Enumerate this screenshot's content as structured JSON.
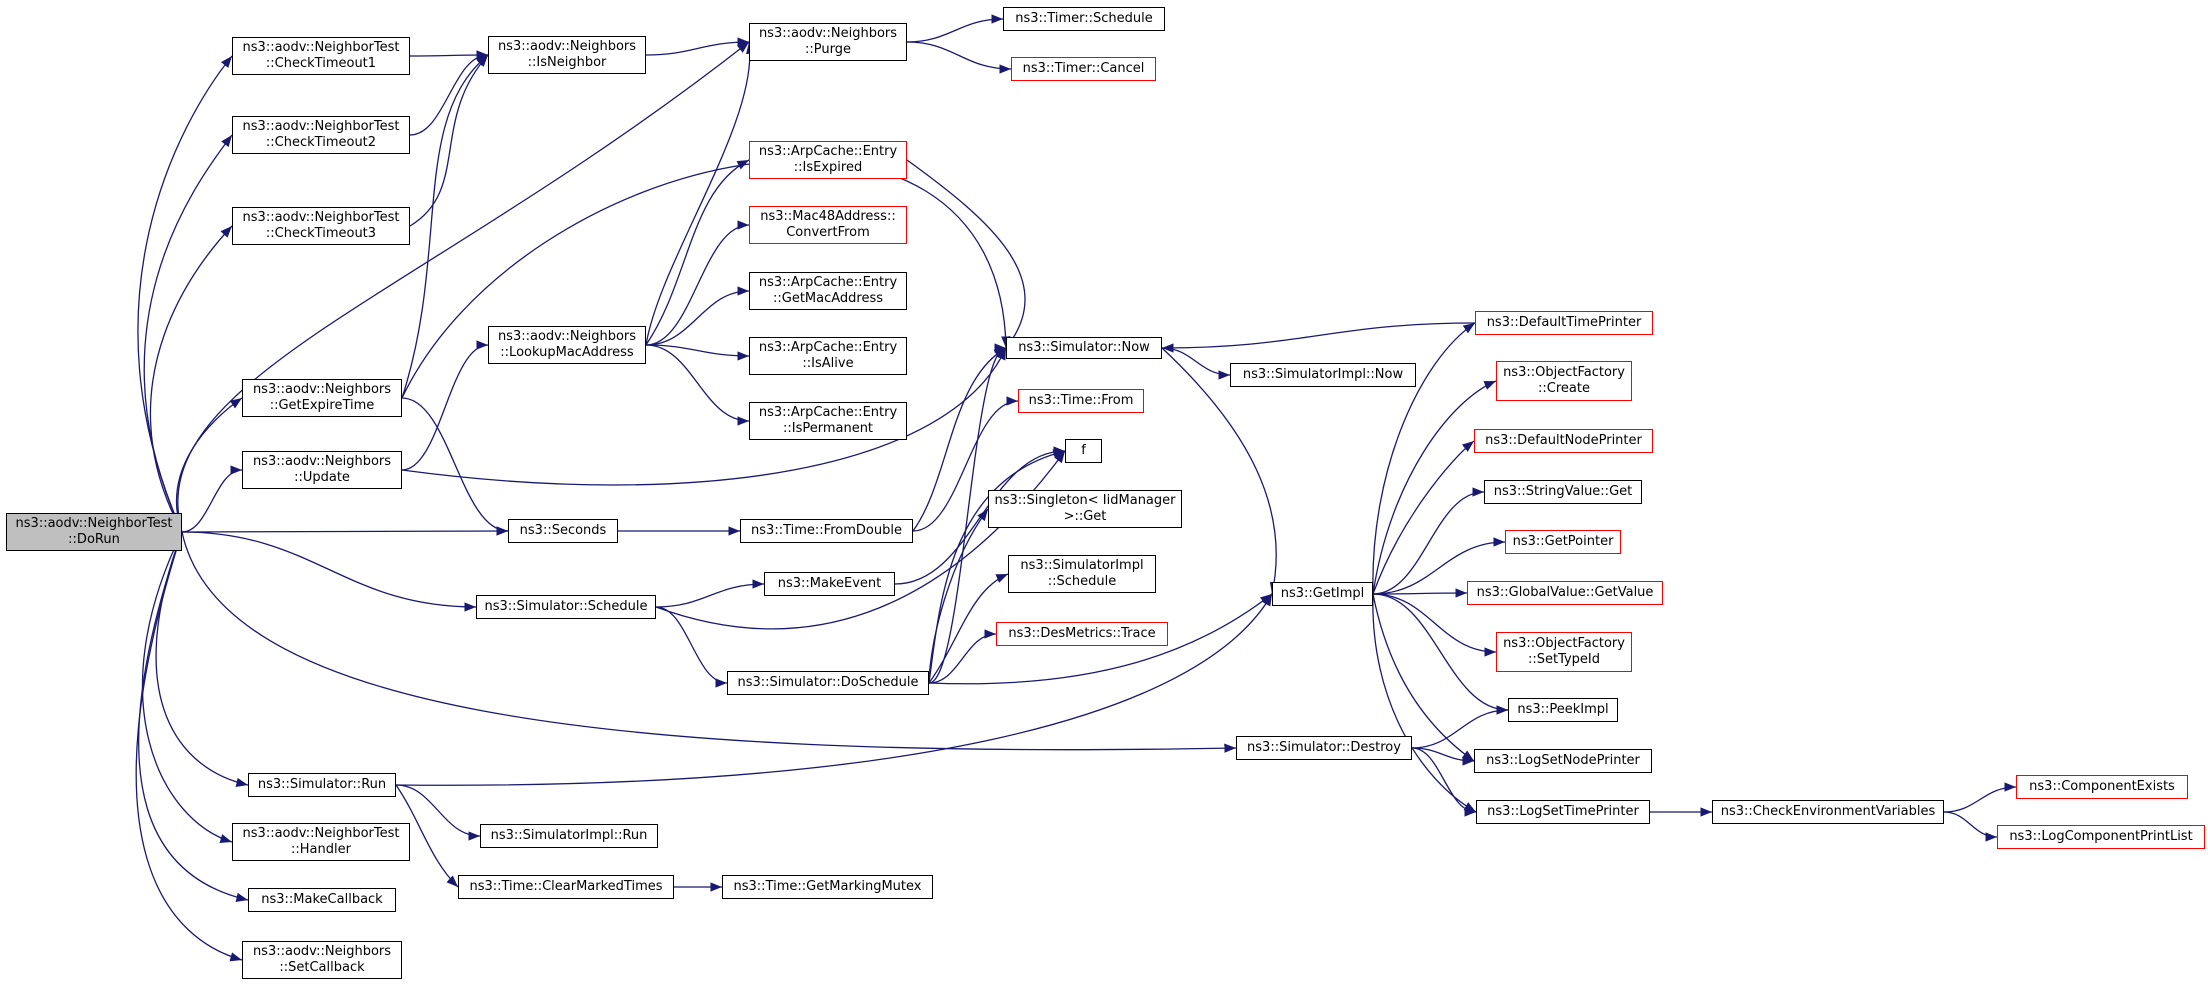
{
  "graph": {
    "colors": {
      "edge": "#191970",
      "node_border": "#000000",
      "node_border_truncated": "#ff0000",
      "root_fill": "#bfbfbf"
    },
    "nodes": {
      "dorun": {
        "lines": [
          "ns3::aodv::NeighborTest",
          "::DoRun"
        ],
        "root": true
      },
      "checkTimeout1": {
        "lines": [
          "ns3::aodv::NeighborTest",
          "::CheckTimeout1"
        ]
      },
      "checkTimeout2": {
        "lines": [
          "ns3::aodv::NeighborTest",
          "::CheckTimeout2"
        ]
      },
      "checkTimeout3": {
        "lines": [
          "ns3::aodv::NeighborTest",
          "::CheckTimeout3"
        ]
      },
      "isNeighbor": {
        "lines": [
          "ns3::aodv::Neighbors",
          "::IsNeighbor"
        ]
      },
      "purge": {
        "lines": [
          "ns3::aodv::Neighbors",
          "::Purge"
        ]
      },
      "timerSchedule": {
        "lines": [
          "ns3::Timer::Schedule"
        ]
      },
      "timerCancel": {
        "lines": [
          "ns3::Timer::Cancel"
        ],
        "truncated": true
      },
      "isExpired": {
        "lines": [
          "ns3::ArpCache::Entry",
          "::IsExpired"
        ],
        "truncated": true
      },
      "convertFrom": {
        "lines": [
          "ns3::Mac48Address::",
          "ConvertFrom"
        ],
        "truncated": true
      },
      "getMacAddress": {
        "lines": [
          "ns3::ArpCache::Entry",
          "::GetMacAddress"
        ]
      },
      "isAlive": {
        "lines": [
          "ns3::ArpCache::Entry",
          "::IsAlive"
        ]
      },
      "isPermanent": {
        "lines": [
          "ns3::ArpCache::Entry",
          "::IsPermanent"
        ]
      },
      "lookupMac": {
        "lines": [
          "ns3::aodv::Neighbors",
          "::LookupMacAddress"
        ]
      },
      "getExpireTime": {
        "lines": [
          "ns3::aodv::Neighbors",
          "::GetExpireTime"
        ]
      },
      "update": {
        "lines": [
          "ns3::aodv::Neighbors",
          "::Update"
        ]
      },
      "simNow": {
        "lines": [
          "ns3::Simulator::Now"
        ]
      },
      "simImplNow": {
        "lines": [
          "ns3::SimulatorImpl::Now"
        ]
      },
      "timeFrom": {
        "lines": [
          "ns3::Time::From"
        ],
        "truncated": true
      },
      "f": {
        "lines": [
          "f"
        ]
      },
      "singletonGet": {
        "lines": [
          "ns3::Singleton< IidManager",
          ">::Get"
        ]
      },
      "seconds": {
        "lines": [
          "ns3::Seconds"
        ]
      },
      "fromDouble": {
        "lines": [
          "ns3::Time::FromDouble"
        ]
      },
      "makeEvent": {
        "lines": [
          "ns3::MakeEvent"
        ]
      },
      "simImplSchedule": {
        "lines": [
          "ns3::SimulatorImpl",
          "::Schedule"
        ]
      },
      "desTrace": {
        "lines": [
          "ns3::DesMetrics::Trace"
        ],
        "truncated": true
      },
      "simSchedule": {
        "lines": [
          "ns3::Simulator::Schedule"
        ]
      },
      "doSchedule": {
        "lines": [
          "ns3::Simulator::DoSchedule"
        ]
      },
      "getImpl": {
        "lines": [
          "ns3::GetImpl"
        ]
      },
      "defaultTimePrinter": {
        "lines": [
          "ns3::DefaultTimePrinter"
        ],
        "truncated": true
      },
      "objFactoryCreate": {
        "lines": [
          "ns3::ObjectFactory",
          "::Create"
        ],
        "truncated": true
      },
      "defaultNodePrinter": {
        "lines": [
          "ns3::DefaultNodePrinter"
        ],
        "truncated": true
      },
      "stringValueGet": {
        "lines": [
          "ns3::StringValue::Get"
        ]
      },
      "getPointer": {
        "lines": [
          "ns3::GetPointer"
        ],
        "truncated": true
      },
      "globalValueGetValue": {
        "lines": [
          "ns3::GlobalValue::GetValue"
        ],
        "truncated": true
      },
      "objFactorySetTypeId": {
        "lines": [
          "ns3::ObjectFactory",
          "::SetTypeId"
        ],
        "truncated": true
      },
      "peekImpl": {
        "lines": [
          "ns3::PeekImpl"
        ]
      },
      "simDestroy": {
        "lines": [
          "ns3::Simulator::Destroy"
        ]
      },
      "logSetNodePrinter": {
        "lines": [
          "ns3::LogSetNodePrinter"
        ]
      },
      "logSetTimePrinter": {
        "lines": [
          "ns3::LogSetTimePrinter"
        ]
      },
      "checkEnvVars": {
        "lines": [
          "ns3::CheckEnvironmentVariables"
        ]
      },
      "componentExists": {
        "lines": [
          "ns3::ComponentExists"
        ],
        "truncated": true
      },
      "logComponentPrintList": {
        "lines": [
          "ns3::LogComponentPrintList"
        ],
        "truncated": true
      },
      "simRun": {
        "lines": [
          "ns3::Simulator::Run"
        ]
      },
      "simImplRun": {
        "lines": [
          "ns3::SimulatorImpl::Run"
        ]
      },
      "handler": {
        "lines": [
          "ns3::aodv::NeighborTest",
          "::Handler"
        ]
      },
      "makeCallback": {
        "lines": [
          "ns3::MakeCallback"
        ]
      },
      "clearMarkedTimes": {
        "lines": [
          "ns3::Time::ClearMarkedTimes"
        ]
      },
      "getMarkingMutex": {
        "lines": [
          "ns3::Time::GetMarkingMutex"
        ]
      },
      "setCallback": {
        "lines": [
          "ns3::aodv::Neighbors",
          "::SetCallback"
        ]
      }
    },
    "edges": [
      [
        "dorun",
        "checkTimeout1"
      ],
      [
        "dorun",
        "checkTimeout2"
      ],
      [
        "dorun",
        "checkTimeout3"
      ],
      [
        "dorun",
        "purge"
      ],
      [
        "dorun",
        "getExpireTime"
      ],
      [
        "dorun",
        "update"
      ],
      [
        "dorun",
        "seconds"
      ],
      [
        "dorun",
        "simSchedule"
      ],
      [
        "dorun",
        "simDestroy"
      ],
      [
        "dorun",
        "simRun"
      ],
      [
        "dorun",
        "handler"
      ],
      [
        "dorun",
        "makeCallback"
      ],
      [
        "dorun",
        "setCallback"
      ],
      [
        "checkTimeout1",
        "isNeighbor"
      ],
      [
        "checkTimeout2",
        "isNeighbor"
      ],
      [
        "checkTimeout3",
        "isNeighbor"
      ],
      [
        "isNeighbor",
        "purge"
      ],
      [
        "purge",
        "timerSchedule"
      ],
      [
        "purge",
        "timerCancel"
      ],
      [
        "getExpireTime",
        "isNeighbor"
      ],
      [
        "getExpireTime",
        "simNow"
      ],
      [
        "getExpireTime",
        "seconds"
      ],
      [
        "update",
        "lookupMac"
      ],
      [
        "update",
        "simNow"
      ],
      [
        "lookupMac",
        "isExpired"
      ],
      [
        "lookupMac",
        "convertFrom"
      ],
      [
        "lookupMac",
        "getMacAddress"
      ],
      [
        "lookupMac",
        "isAlive"
      ],
      [
        "lookupMac",
        "isPermanent"
      ],
      [
        "lookupMac",
        "purge"
      ],
      [
        "isExpired",
        "simNow"
      ],
      [
        "seconds",
        "fromDouble"
      ],
      [
        "fromDouble",
        "timeFrom"
      ],
      [
        "fromDouble",
        "simNow"
      ],
      [
        "simSchedule",
        "makeEvent"
      ],
      [
        "simSchedule",
        "doSchedule"
      ],
      [
        "simSchedule",
        "f"
      ],
      [
        "makeEvent",
        "f"
      ],
      [
        "doSchedule",
        "f"
      ],
      [
        "doSchedule",
        "singletonGet"
      ],
      [
        "doSchedule",
        "simImplSchedule"
      ],
      [
        "doSchedule",
        "desTrace"
      ],
      [
        "doSchedule",
        "simNow"
      ],
      [
        "doSchedule",
        "getImpl"
      ],
      [
        "simNow",
        "simImplNow"
      ],
      [
        "simNow",
        "getImpl"
      ],
      [
        "defaultTimePrinter",
        "simNow"
      ],
      [
        "getImpl",
        "defaultTimePrinter"
      ],
      [
        "getImpl",
        "objFactoryCreate"
      ],
      [
        "getImpl",
        "defaultNodePrinter"
      ],
      [
        "getImpl",
        "stringValueGet"
      ],
      [
        "getImpl",
        "getPointer"
      ],
      [
        "getImpl",
        "globalValueGetValue"
      ],
      [
        "getImpl",
        "objFactorySetTypeId"
      ],
      [
        "getImpl",
        "peekImpl"
      ],
      [
        "getImpl",
        "logSetNodePrinter"
      ],
      [
        "getImpl",
        "logSetTimePrinter"
      ],
      [
        "simDestroy",
        "peekImpl"
      ],
      [
        "simDestroy",
        "logSetNodePrinter"
      ],
      [
        "simDestroy",
        "logSetTimePrinter"
      ],
      [
        "logSetTimePrinter",
        "checkEnvVars"
      ],
      [
        "checkEnvVars",
        "componentExists"
      ],
      [
        "checkEnvVars",
        "logComponentPrintList"
      ],
      [
        "simRun",
        "getImpl"
      ],
      [
        "simRun",
        "simImplRun"
      ],
      [
        "simRun",
        "clearMarkedTimes"
      ],
      [
        "clearMarkedTimes",
        "getMarkingMutex"
      ]
    ]
  }
}
